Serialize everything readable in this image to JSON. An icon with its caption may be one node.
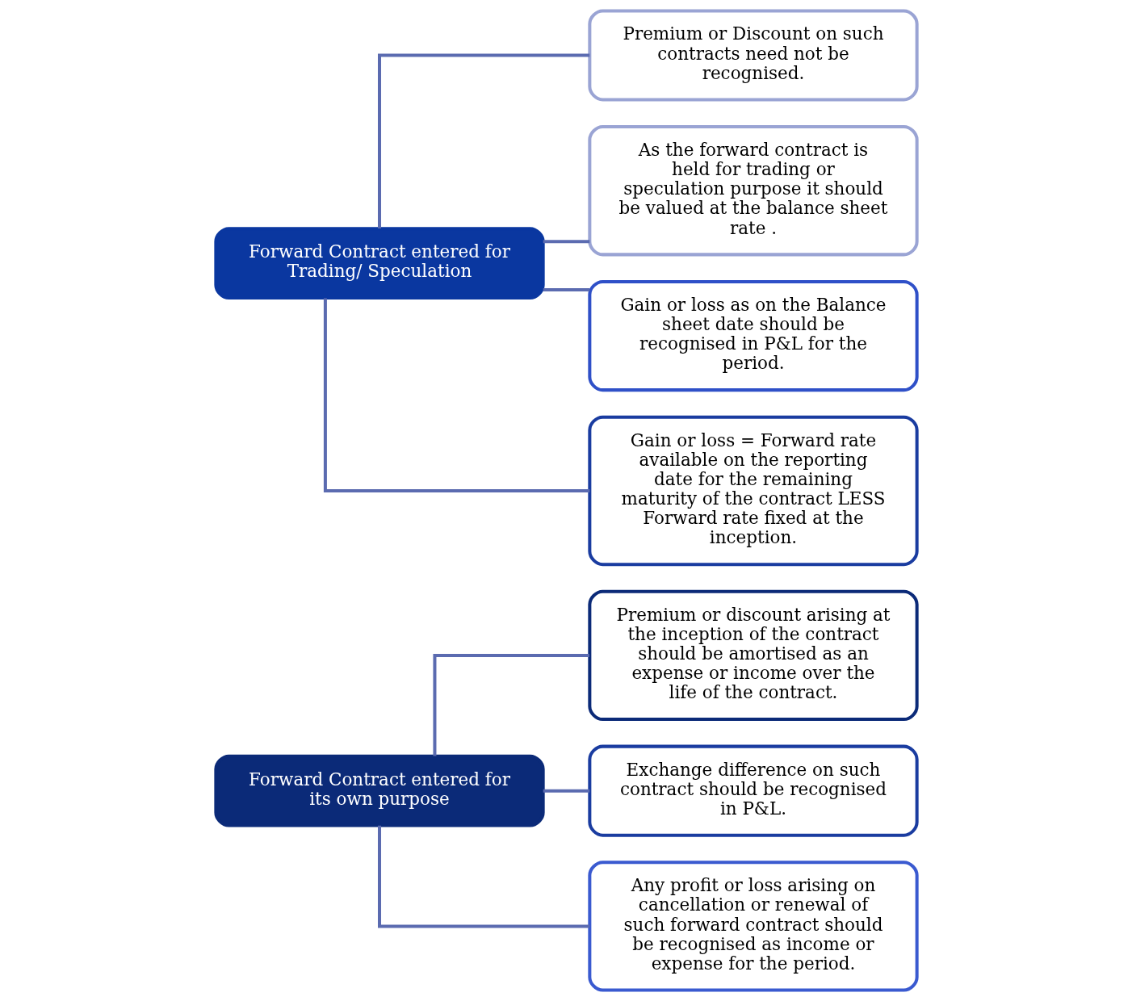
{
  "diagram": {
    "nodes": [
      {
        "text": [
          "Forward Contract entered for its own purpose"
        ]
      },
      {
        "text": [
          "Premium or discount arising at the inception of the contract should be amortised as an expense or income over the life of the contract."
        ]
      },
      {
        "text": [
          "Exchange difference on such contract should be recognised in P&L."
        ]
      },
      {
        "text": [
          "Any profit or loss arising on cancellation or renewal of such forward contract should be recognised as income or expense for the period."
        ]
      },
      {
        "text": [
          "Forward Contract entered for Trading/ Speculation"
        ]
      },
      {
        "text": [
          "Premium or Discount on such contracts need not be recognised."
        ]
      },
      {
        "text": [
          "As the forward contract is held for trading or speculation purpose it should be valued at the balance sheet rate ."
        ]
      },
      {
        "text": [
          "Gain or loss as on the Balance sheet date should be recognised in P&L for the period."
        ]
      },
      {
        "text": [
          "Gain or loss = Forward rate available on the reporting date for the remaining maturity of the contract LESS Forward rate fixed at the inception."
        ]
      }
    ],
    "edges": [
      {
        "from": 0,
        "to": 1,
        "arrow": "none"
      },
      {
        "from": 0,
        "to": 2,
        "arrow": "none"
      },
      {
        "from": 0,
        "to": 3,
        "arrow": "none"
      },
      {
        "from": 4,
        "to": 5,
        "arrow": "none"
      },
      {
        "from": 4,
        "to": 6,
        "arrow": "none"
      },
      {
        "from": 4,
        "to": 7,
        "arrow": "none"
      },
      {
        "from": 4,
        "to": 8,
        "arrow": "none"
      }
    ]
  }
}
